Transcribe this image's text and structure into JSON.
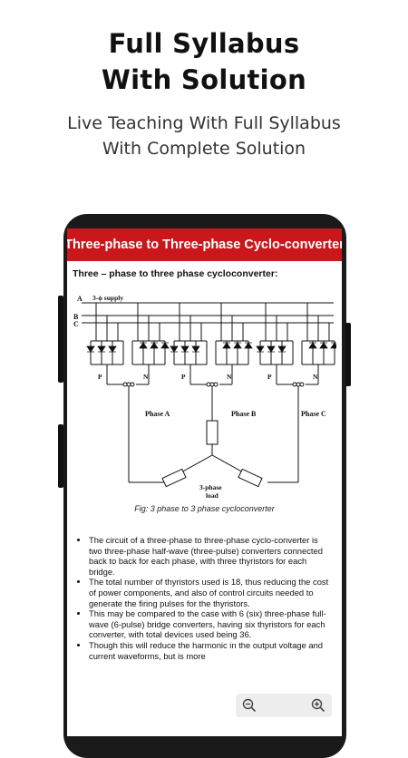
{
  "promo": {
    "headline_line1": "Full Syllabus",
    "headline_line2": "With Solution",
    "sub_line1": "Live Teaching With Full Syllabus",
    "sub_line2": "With Complete Solution"
  },
  "app": {
    "title": "Three-phase to Three-phase Cyclo-converter",
    "accent_color": "#c9171c"
  },
  "article": {
    "section_title": "Three – phase to three phase cycloconverter:",
    "diagram_labels": {
      "line_a": "A",
      "line_b": "B",
      "line_c": "C",
      "supply": "3-ϕ supply",
      "p": "P",
      "n": "N",
      "phase_a": "Phase A",
      "phase_b": "Phase B",
      "phase_c": "Phase C",
      "load_line1": "3-phase",
      "load_line2": "load"
    },
    "caption": "Fig: 3 phase to 3 phase cycloconverter",
    "bullets": [
      "The circuit of a three-phase to three-phase cyclo-converter is two three-phase half-wave (three-pulse) converters connected back to back for each phase, with three thyristors for each bridge.",
      "The total number of thyristors used is 18, thus reducing the cost of power components, and also of control circuits needed to generate the firing pulses for the thyristors.",
      "This may be compared to the case with 6 (six) three-phase full-wave (6-pulse) bridge converters, having six thyristors for each converter, with total devices used being 36.",
      "Though this will reduce the harmonic in the output voltage and current waveforms, but is more"
    ]
  },
  "zoom_controls": {
    "zoom_out_icon": "zoom-out-icon",
    "zoom_in_icon": "zoom-in-icon"
  }
}
